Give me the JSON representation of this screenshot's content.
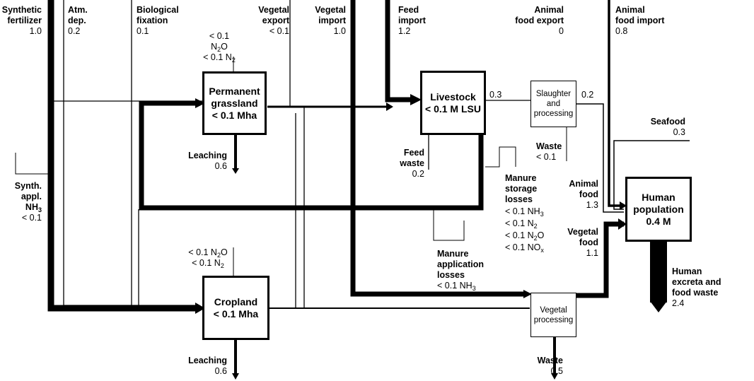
{
  "inputs": {
    "synthetic_fertilizer": {
      "title1": "Synthetic",
      "title2": "fertilizer",
      "value": "1.0"
    },
    "atm_dep": {
      "title1": "Atm.",
      "title2": "dep.",
      "value": "0.2"
    },
    "biological_fixation": {
      "title1": "Biological",
      "title2": "fixation",
      "value": "0.1"
    },
    "vegetal_export": {
      "title1": "Vegetal",
      "title2": "export",
      "value": "< 0.1"
    },
    "vegetal_import": {
      "title1": "Vegetal",
      "title2": "import",
      "value": "1.0"
    },
    "feed_import": {
      "title1": "Feed",
      "title2": "import",
      "value": "1.2"
    },
    "animal_food_export": {
      "title1": "Animal",
      "title2": "food export",
      "value": "0"
    },
    "animal_food_import": {
      "title1": "Animal",
      "title2": "food import",
      "value": "0.8"
    },
    "seafood": {
      "title": "Seafood",
      "value": "0.3"
    }
  },
  "synth_appl": {
    "title1": "Synth.",
    "title2": "appl.",
    "title3": "NH",
    "sub": "3",
    "value": "< 0.1"
  },
  "grassland_losses": {
    "l1": "< 0.1",
    "l2a": "N",
    "l2sub": "2",
    "l2b": "O",
    "l3a": "< 0.1 N",
    "l3sub": "2"
  },
  "cropland_losses": {
    "l1a": "< 0.1 N",
    "l1sub": "2",
    "l1b": "O",
    "l2a": "< 0.1 N",
    "l2sub": "2"
  },
  "boxes": {
    "grassland": {
      "l1": "Permanent",
      "l2": "grassland",
      "l3": "< 0.1 Mha"
    },
    "livestock": {
      "l1": "Livestock",
      "l2": "< 0.1 M LSU"
    },
    "slaughter": {
      "l1": "Slaughter",
      "l2": "and",
      "l3": "processing"
    },
    "cropland": {
      "l1": "Cropland",
      "l2": "< 0.1 Mha"
    },
    "vegetal_processing": {
      "l1": "Vegetal",
      "l2": "processing"
    },
    "human": {
      "l1": "Human",
      "l2": "population",
      "l3": "0.4 M"
    }
  },
  "flows": {
    "livestock_to_slaughter": "0.3",
    "slaughter_to_human": "0.2",
    "grassland_leaching": {
      "title": "Leaching",
      "value": "0.6"
    },
    "cropland_leaching": {
      "title": "Leaching",
      "value": "0.6"
    },
    "feed_waste": {
      "title1": "Feed",
      "title2": "waste",
      "value": "0.2"
    },
    "slaughter_waste": {
      "title": "Waste",
      "value": "< 0.1"
    },
    "vegetal_waste": {
      "title": "Waste",
      "value": "0.5"
    },
    "animal_food": {
      "title1": "Animal",
      "title2": "food",
      "value": "1.3"
    },
    "vegetal_food": {
      "title1": "Vegetal",
      "title2": "food",
      "value": "1.1"
    },
    "human_excreta": {
      "title1": "Human",
      "title2": "excreta and",
      "title3": "food waste",
      "value": "2.4"
    }
  },
  "manure_storage": {
    "title1": "Manure",
    "title2": "storage",
    "title3": "losses",
    "nh3": "< 0.1 NH",
    "nh3sub": "3",
    "n2": "< 0.1 N",
    "n2sub": "2",
    "n2o_a": "< 0.1 N",
    "n2o_sub": "2",
    "n2o_b": "O",
    "nox": "< 0.1 NO",
    "noxsub": "x"
  },
  "manure_application": {
    "title1": "Manure",
    "title2": "application",
    "title3": "losses",
    "value": "< 0.1 NH",
    "sub": "3"
  }
}
